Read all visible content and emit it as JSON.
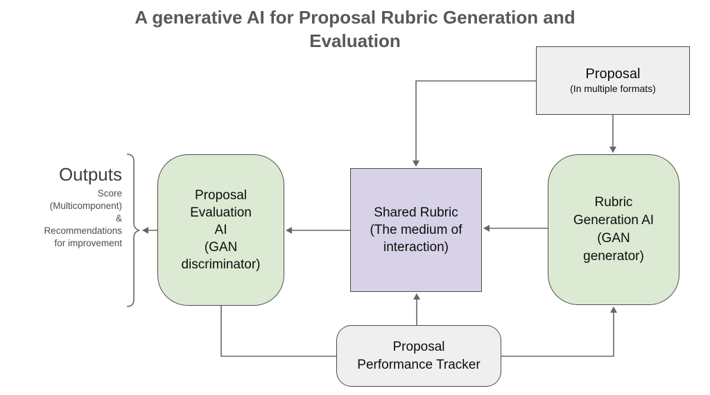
{
  "title": "A generative AI for Proposal Rubric Generation and Evaluation",
  "outputs": {
    "heading": "Outputs",
    "details": "Score\n(Multicomponent)\n&\nRecommendations\nfor improvement"
  },
  "nodes": {
    "proposal": {
      "title": "Proposal",
      "subtitle": "(In multiple formats)"
    },
    "evaluation_ai": {
      "label": "Proposal\nEvaluation\nAI\n(GAN\ndiscriminator)"
    },
    "shared_rubric": {
      "label": "Shared Rubric\n(The medium of\ninteraction)"
    },
    "generation_ai": {
      "label": "Rubric\nGeneration AI\n(GAN\ngenerator)"
    },
    "performance_tracker": {
      "label": "Proposal\nPerformance Tracker"
    }
  },
  "colors": {
    "green_fill": "#dcead4",
    "purple_fill": "#d8d2e8",
    "gray_fill": "#efefef",
    "box_border": "#4a4a4a",
    "connector": "#666666",
    "title_text": "#585858",
    "box_text": "#0d0d0d"
  }
}
